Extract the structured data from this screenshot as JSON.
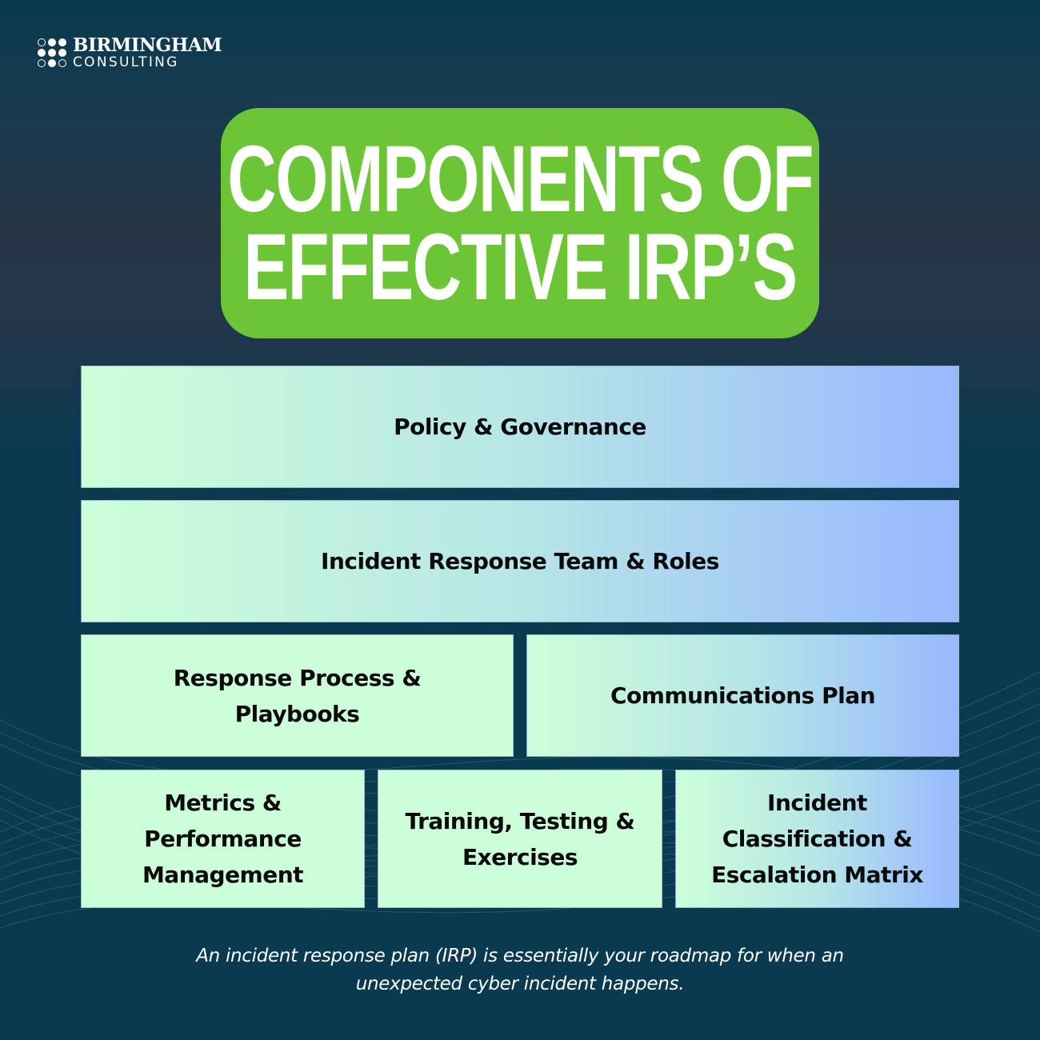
{
  "brand": {
    "name": "BIRMINGHAM",
    "sub": "CONSULTING",
    "logo_icon": "dot-grid-icon"
  },
  "title": {
    "line1": "COMPONENTS OF",
    "line2": "EFFECTIVE IRP’S",
    "bg_color": "#6cc537"
  },
  "components": [
    {
      "label": "Policy & Governance"
    },
    {
      "label": "Incident Response Team & Roles"
    },
    {
      "label_line1": "Response Process &",
      "label_line2": "Playbooks"
    },
    {
      "label": "Communications Plan"
    },
    {
      "label_line1": "Metrics &",
      "label_line2": "Performance",
      "label_line3": "Management"
    },
    {
      "label_line1": "Training, Testing &",
      "label_line2": "Exercises"
    },
    {
      "label_line1": "Incident",
      "label_line2": "Classification &",
      "label_line3": "Escalation Matrix"
    }
  ],
  "colors": {
    "background": "#093a4f",
    "box_mint": "#ccffd9",
    "box_blue": "#97b9ff"
  },
  "footer": {
    "line1": "An incident response plan (IRP) is essentially your roadmap for when an",
    "line2": "unexpected cyber incident happens."
  }
}
